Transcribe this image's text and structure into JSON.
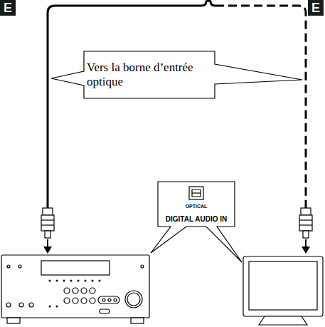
{
  "diagram": {
    "nodes": [
      {
        "text": [
          "Vers la borne d’entrée optique"
        ]
      },
      {
        "text": [
          "OPTICAL",
          "DIGITAL AUDIO IN"
        ]
      }
    ],
    "labels": [
      "E",
      "E"
    ]
  }
}
